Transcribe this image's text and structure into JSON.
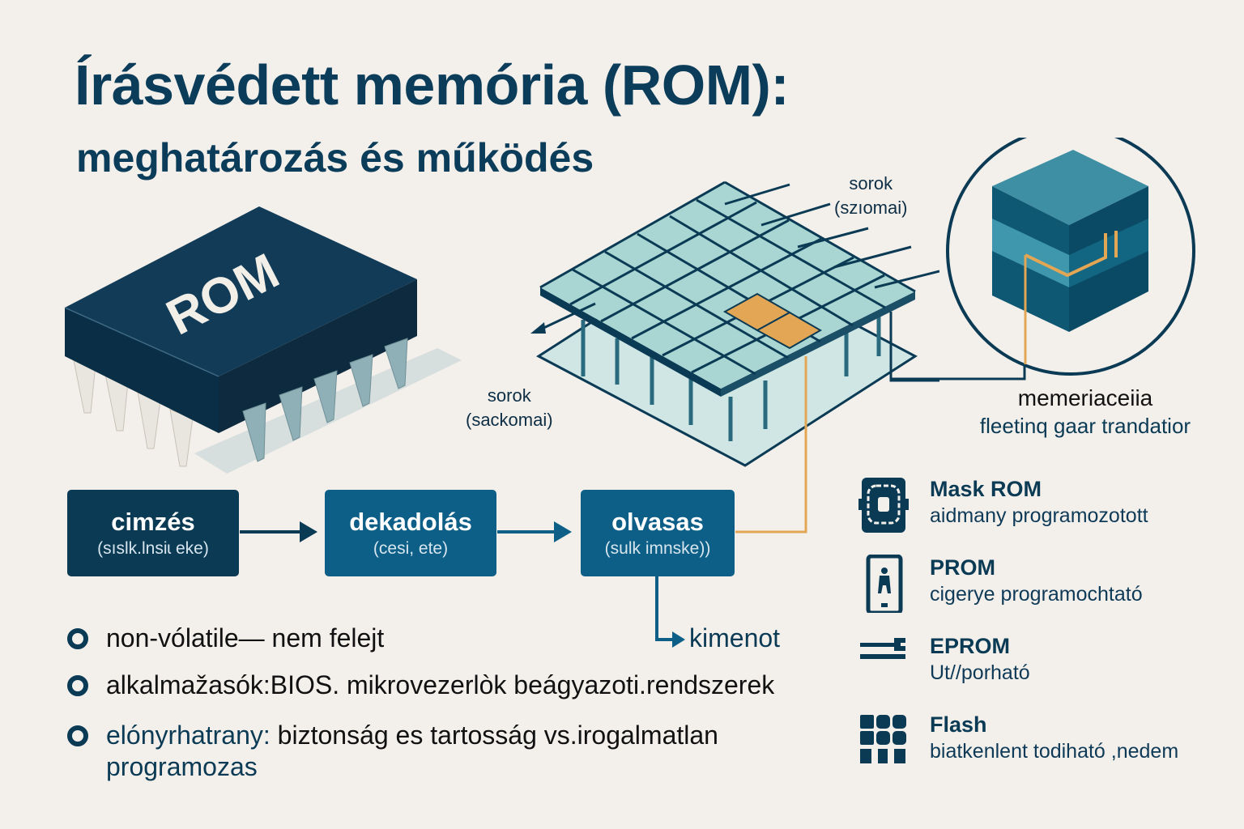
{
  "header": {
    "title": "Írásvédett memória (ROM):",
    "subtitle": "meghatározás és működés"
  },
  "chip": {
    "label": "ROM"
  },
  "grid": {
    "rows": 6,
    "cols": 6,
    "highlight_color": "#e3a654",
    "cell_color": "#a8d5d2",
    "top_label_line1": "sorok",
    "top_label_line2": "(szıomai)",
    "left_label_line1": "sorok",
    "left_label_line2": "(sackomai)"
  },
  "cell_zoom": {
    "title": "memeriaceiia",
    "subtitle": "fleetinq gaar trandatior"
  },
  "flow": {
    "steps": [
      {
        "main": "cimzés",
        "sub": "(sıslk.lnsiɩ eke)"
      },
      {
        "main": "dekadolás",
        "sub": "(cesi, ete)"
      },
      {
        "main": "olvasas",
        "sub": "(sulk imnske))"
      }
    ],
    "output_label": "kimenot"
  },
  "bullets": [
    {
      "lead": "non-vólatile",
      "rest": " — nem felejt"
    },
    {
      "lead": "alkalmažasók:",
      "rest": " BIOS. mikrovezerlòk  beágyazoti.rendszerek"
    },
    {
      "lead": "elónyrhatrany:",
      "rest": " biztonság es tartosság vs.irogalmatlan",
      "cont": "programozas"
    }
  ],
  "rom_types": [
    {
      "name": "Mask ROM",
      "desc": "aidmany programozotott",
      "icon": "mask-chip-icon"
    },
    {
      "name": "PROM",
      "desc": "cigerye programochtató",
      "icon": "phone-person-icon"
    },
    {
      "name": "EPROM",
      "desc": "Ut//porható",
      "icon": "eraser-lines-icon"
    },
    {
      "name": "Flash",
      "desc": "biatkenlent todiható ,nedem",
      "icon": "block-grid-icon"
    }
  ],
  "colors": {
    "background": "#f3f0eb",
    "navy": "#0b3a55",
    "teal": "#0d5f87",
    "accent_orange": "#e3a654"
  }
}
